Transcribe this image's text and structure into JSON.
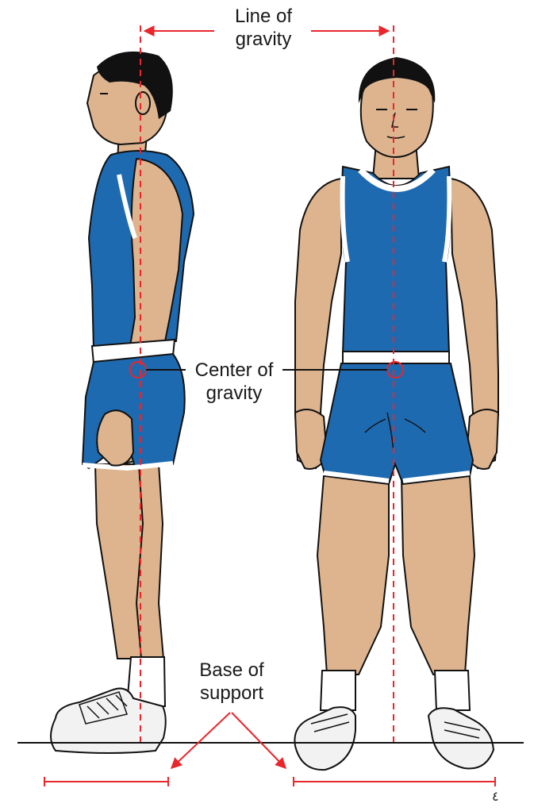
{
  "labels": {
    "line_of_gravity": [
      "Line of",
      "gravity"
    ],
    "center_of_gravity": [
      "Center of",
      "gravity"
    ],
    "base_of_support": [
      "Base of",
      "support"
    ]
  },
  "page_number": "٤",
  "colors": {
    "skin": "#ddb48e",
    "uniform": "#1e6ab0",
    "trim": "#ffffff",
    "hair": "#111111",
    "guide_red": "#e8262c",
    "ground": "#111111",
    "sneaker": "#f2f2f2"
  }
}
